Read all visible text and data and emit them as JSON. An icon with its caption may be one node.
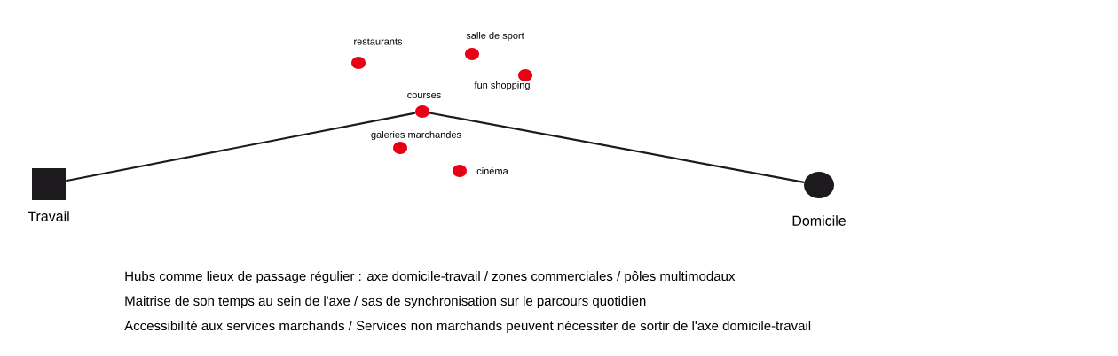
{
  "diagram": {
    "nodes": [
      {
        "text": [
          "Travail"
        ]
      },
      {
        "text": [
          "restaurants"
        ]
      },
      {
        "text": [
          "salle de sport"
        ]
      },
      {
        "text": [
          "courses"
        ]
      },
      {
        "text": [
          "fun shopping"
        ]
      },
      {
        "text": [
          "galeries marchandes"
        ]
      },
      {
        "text": [
          "cinéma"
        ]
      },
      {
        "text": [
          "Domicile"
        ]
      }
    ],
    "edges": [
      {
        "from": 0,
        "to": 3,
        "arrow": "none"
      },
      {
        "from": 3,
        "to": 7,
        "arrow": "none"
      }
    ],
    "labels": [
      "Hubs comme lieux de passage régulier : axe domicile-travail / zones commerciales / pôles multimodaux",
      "Maitrise de son temps au sein de l'axe / sas de synchronisation sur le parcours quotidien",
      "Accessibilité aux services marchands / Services non marchands peuvent nécessiter de sortir de l'axe domicile-travail"
    ]
  }
}
